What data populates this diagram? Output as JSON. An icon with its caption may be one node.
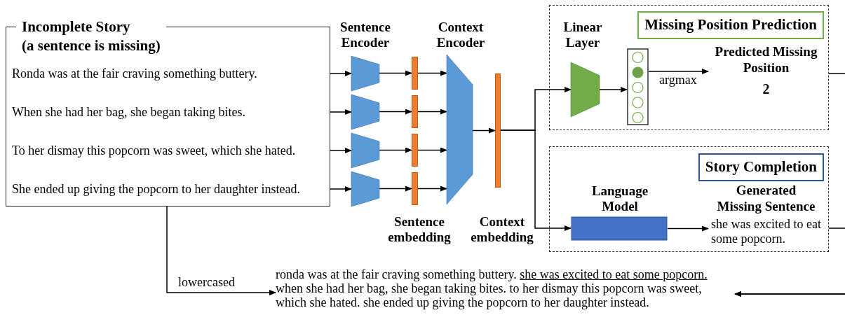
{
  "diagram": {
    "nodes": [
      {
        "text": [
          "Incomplete Story",
          "(a sentence is missing)"
        ]
      },
      {
        "text": [
          "Ronda was at the fair craving something buttery."
        ],
        "in": 0
      },
      {
        "text": [
          "When she had her bag, she began taking bites."
        ],
        "in": 0
      },
      {
        "text": [
          "To her dismay this popcorn was sweet, which she hated."
        ],
        "in": 0
      },
      {
        "text": [
          "She ended up giving the popcorn to her daughter instead."
        ],
        "in": 0
      },
      {
        "text": [],
        "shape": "trapezoid",
        "beside": [
          "Sentence Encoder"
        ]
      },
      {
        "text": [],
        "shape": "trapezoid"
      },
      {
        "text": [],
        "shape": "trapezoid"
      },
      {
        "text": [],
        "shape": "trapezoid"
      },
      {
        "text": [],
        "shape": "bar"
      },
      {
        "text": [],
        "shape": "bar"
      },
      {
        "text": [],
        "shape": "bar"
      },
      {
        "text": [],
        "shape": "bar",
        "beside": [
          "Sentence embedding"
        ]
      },
      {
        "text": [],
        "shape": "trapezoid",
        "beside": [
          "Context Encoder"
        ]
      },
      {
        "text": [],
        "shape": "bar"
      },
      {
        "text": [
          "Missing Position Prediction"
        ]
      },
      {
        "text": [],
        "shape": "trapezoid",
        "beside": [
          "Linear Layer"
        ],
        "in": 15
      },
      {
        "text": [],
        "shape": "box",
        "in": 15
      },
      {
        "text": [
          "Predicted Missing Position",
          "2"
        ],
        "in": 15
      },
      {
        "text": [
          "Story Completion"
        ]
      },
      {
        "text": [],
        "shape": "box",
        "beside": [
          "Language Model"
        ],
        "in": 19
      },
      {
        "text": [
          "Generated Missing Sentence",
          "she was excited to eat some popcorn."
        ],
        "in": 19
      },
      {
        "text": [
          "ronda was at the fair craving something buttery.",
          "she was excited to eat some popcorn.",
          "when she had her bag, she began taking bites. to her dismay this popcorn was sweet, which she hated. she ended up giving the popcorn to her daughter instead."
        ]
      }
    ],
    "edges": [
      {
        "from": 0,
        "to": 5,
        "arrow": "to"
      },
      {
        "from": 0,
        "to": 6,
        "arrow": "to"
      },
      {
        "from": 0,
        "to": 7,
        "arrow": "to"
      },
      {
        "from": 0,
        "to": 8,
        "arrow": "to"
      },
      {
        "from": 5,
        "to": 9,
        "arrow": "to"
      },
      {
        "from": 6,
        "to": 10,
        "arrow": "to"
      },
      {
        "from": 7,
        "to": 11,
        "arrow": "to"
      },
      {
        "from": 8,
        "to": 12,
        "arrow": "to"
      },
      {
        "from": 9,
        "to": 13,
        "arrow": "to"
      },
      {
        "from": 10,
        "to": 13,
        "arrow": "to"
      },
      {
        "from": 11,
        "to": 13,
        "arrow": "to"
      },
      {
        "from": 12,
        "to": 13,
        "arrow": "to"
      },
      {
        "from": 13,
        "to": 14,
        "arrow": "to"
      },
      {
        "from": 14,
        "to": 16,
        "arrow": "to"
      },
      {
        "from": 14,
        "to": 20,
        "arrow": "to"
      },
      {
        "from": 16,
        "to": 17,
        "arrow": "to"
      },
      {
        "from": 17,
        "to": 18,
        "arrow": "to",
        "label": "argmax"
      },
      {
        "from": 20,
        "to": 21,
        "arrow": "to"
      },
      {
        "from": 15,
        "to": 22,
        "arrow": "to"
      },
      {
        "from": 19,
        "to": 22,
        "arrow": "to"
      },
      {
        "from": 0,
        "to": 22,
        "arrow": "to",
        "label": "lowercased"
      }
    ],
    "labels": [
      "Context embedding"
    ]
  }
}
